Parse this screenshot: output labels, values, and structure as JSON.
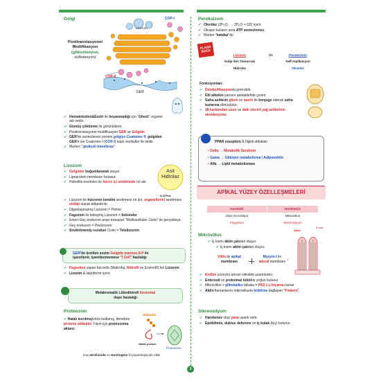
{
  "page": {
    "number": "3"
  },
  "left": {
    "golgi": {
      "title": "Golgi",
      "labels": {
        "copi": "COP-I",
        "lizozom": "Lizozom",
        "copii": "COP-II",
        "ger": "GER",
        "posttrans_line1": "Posttranslasyonel",
        "posttrans_line2": "Modifikasyon",
        "glikozilasyon": "(glikozilasyon,",
        "sulfatasyon": "sülfatasyon)"
      }
    },
    "golgi_bullets": [
      {
        "a": "Hematoksilen&Eozin",
        "b": " ile ",
        "c": "boyanmadığı",
        "d": " için \"",
        "e": "Ghost",
        "f": "\" organel adı verilir."
      },
      {
        "a": "Gümüş çöktürme",
        "b": " ile görüntülenir."
      },
      {
        "a": "Posttranslasyonel modifikasyon ",
        "b": "GER",
        "c": " ve ",
        "d": "Golgide"
      },
      {
        "a": "GER",
        "b": "'de sentezlenen protein ",
        "c": "golgiye Coatomer II",
        "d": ", ",
        "e": "golgiden GER",
        "f": "'e ise Coatomer-I (",
        "g": "COP-I",
        "h": ") kaplı veziküller ile iletilir."
      },
      {
        "a": "Marker: \"",
        "b": "glukozil transferaz",
        "c": "\""
      }
    ],
    "lizozom": {
      "title": "Lizozom",
      "bubble_line1": "Asit",
      "bubble_line2": "Hidrolaz",
      "atpase": "H ATPaz",
      "bullets": [
        {
          "a": "Golgiden",
          "b": " ",
          "c": "boğumlanarak",
          "d": " oluşur."
        },
        {
          "a": "Lipoprotein membranı bulunur."
        },
        {
          "a": "Hidrolitik enzimleri ile ",
          "b": "hücre içi sindirimde",
          "c": " rol alır."
        },
        {
          "a": "Lizozom ile ",
          "b": "hücrenin kendini",
          "c": " sindirmesi rol alır, ",
          "d": "organellerini",
          "e": " sindirmesi ",
          "f": "otofaji",
          "g": " olarak adlandırılır."
        },
        {
          "a": "Olgunlaşmamış Lizozom = Primer"
        },
        {
          "a": "Fagozom",
          "b": " ile birleşmiş Lizozom = ",
          "c": "Sekonder"
        },
        {
          "a": "Erken-Geç endozom arası transport \"Multiveziküler Cisim\" ile gerçekleşir."
        },
        {
          "a": "Geç endozom = Prelizozom"
        },
        {
          "a": "Sindirilmemiş rezidüel",
          "b": " Cisim = ",
          "c": "Telolizozom"
        }
      ],
      "note_line1_a": "GER",
      "note_line1_b": "'de üretilen enzim ",
      "note_line1_c": "Golgide",
      "note_line1_d": " ",
      "note_line1_e": "mannoz-6-P",
      "note_line1_f": " ile",
      "note_line2_a": "işaretlenir, işaretlenmemese \"",
      "note_line2_b": "I Cell",
      "note_line2_c": "\" hastalığı",
      "bullets2": [
        {
          "a": "Fagositoz",
          "b": " yapan hücrede (Makrofaj, ",
          "c": "Nötrofil",
          "d": " ve Eozinofil) bol ",
          "e": "Lizozom"
        },
        {
          "a": "Lizozim",
          "b": " & laktoferrin içerir."
        }
      ],
      "meta_line1_a": "Metakromatik Lökodistrofi ",
      "meta_line1_b": "lizozomal",
      "meta_line2": "depo hastalığı"
    },
    "proteozom": {
      "title": "Proteozom",
      "text_a": "Hatalı kıvrılmış",
      "text_b": "/virüs kodlanış, denetüre ",
      "text_c": "proteini ubikuitin",
      "text_d": " Yıkım için ",
      "text_e": "proteozoma aktarır.",
      "ubikuitin": "Ubikuitin",
      "hatali": "Hatalı protein",
      "proteozom_label": "Proteozom",
      "footer_a": "Kas ",
      "footer_b": "atrofisinde",
      "footer_c": " ve ",
      "footer_d": "Huntington",
      "footer_e": " fizyopatolojisinde etkili"
    }
  },
  "right": {
    "peroksizom": {
      "title": "Peroksizom",
      "bullets": [
        {
          "a": "Oksidaz",
          "b": " (2H₂O₂ → 2H₂O + O2) içerir."
        },
        {
          "a": "Oksijen kullanır ama ",
          "b": "ATP sentezlemez."
        },
        {
          "a": "Marker \"",
          "b": "katalaz",
          "c": "\"dır."
        }
      ],
      "flash_line1": "FLASH",
      "flash_line2": "BACK",
      "table": [
        [
          "Lizozom",
          "Vs",
          "Peroksizom"
        ],
        [
          "Golgi den Tomurcuk",
          "",
          "Self-replikasyon"
        ],
        [
          "Hidrolaz",
          "",
          "Oksidaz"
        ]
      ]
    },
    "fonksiyon": {
      "title": "Fonksiyonları:",
      "bullets": [
        {
          "a": "Detoksifikasyon",
          "b": "da görevlidir."
        },
        {
          "a": "Etil alkolün",
          "b": " yarısını asetaldehite çevirir."
        },
        {
          "a": "Safra asitlerin",
          "b": " ",
          "c": "glisin",
          "d": " ve ",
          "e": "taurin",
          "f": " ile ",
          "g": "konjuge",
          "h": " ederek ",
          "i": "safra tuzlarına",
          "j": " dönüştürür."
        },
        {
          "a": "18 karbondan uzun",
          "b": " ve ",
          "c": "dallı zincirli yağ asitlerinin oksidasyonu"
        }
      ],
      "ppar_title_a": "PPAR reseptörü",
      "ppar_title_b": " & İlişkili oldukları",
      "ppar_items": [
        {
          "a": "Delta",
          "b": " → ",
          "c": "Metabolik Sendrom"
        },
        {
          "a": "Gama",
          "b": " → ",
          "c": "Glikojen metabolizma / Adiponektin"
        },
        {
          "a": "Alfa",
          "b": " → ",
          "c": "Lipid metabolizması"
        }
      ]
    },
    "apikal": {
      "title": "APİKAL YÜZEY ÖZELLEŞMELERİ",
      "table_headers": [
        "Hareketli",
        "Hareketsiz"
      ],
      "table_rows": [
        [
          "Silya (Kinosilya)",
          "Mikrovillus"
        ],
        [
          "Flagellum",
          "Stereosilyum"
        ]
      ]
    },
    "mikrovillus": {
      "title": "Mikrovillus",
      "b1_a": "İç kısmı ",
      "b1_b": "aktin çatı",
      "b1_c": "dan oluşur.",
      "b2_a": "İç kısmı ",
      "b2_b": "aktin çatı",
      "b2_c": "dan oluşur.",
      "villin_a": "Villin",
      "villin_b": " ile ",
      "villin_c": "apikal",
      "villin_d": "membranı",
      "myozin_a": "Myozin-I",
      "myozin_b": " ile",
      "myozin_c": "lateral",
      "myozin_d": " membranı",
      "fig_aktin": "Aktin",
      "fig_fodrin": "Fodrin",
      "fig_v": "V",
      "bullets": [
        {
          "a": "Emilim",
          "b": " yüzeyini artıran silindirik uzantılardır."
        },
        {
          "a": "Enterosit",
          "b": " ve ",
          "c": "proksimal tübül",
          "d": "de yoğun bulunur."
        },
        {
          "a": "Mikrovillus + ",
          "b": "glikokaliks",
          "c": " tabaka = ",
          "d": "PAS (+) fırçamsı",
          "e": " kenar"
        },
        {
          "a": "Aktin",
          "b": " flamanlarını mikrovillusta ",
          "c": "birbirine",
          "d": " bağlayan \"",
          "e": "Fimbrin",
          "f": "\""
        }
      ]
    },
    "stereosilyum": {
      "title": "Stereosilyum",
      "bullets": [
        {
          "a": "Hareketsiz",
          "b": " olup ",
          "c": "yana",
          "d": " uzantı verir."
        },
        {
          "a": "Epididimis, duktus deferens",
          "b": " ve ",
          "c": "iç kulak",
          "d": " (tüy) bulunur."
        }
      ]
    }
  },
  "colors": {
    "accent": "#2e8b3e",
    "red": "#d62828",
    "blue": "#1e50b4",
    "pink": "#f7d5d9"
  }
}
